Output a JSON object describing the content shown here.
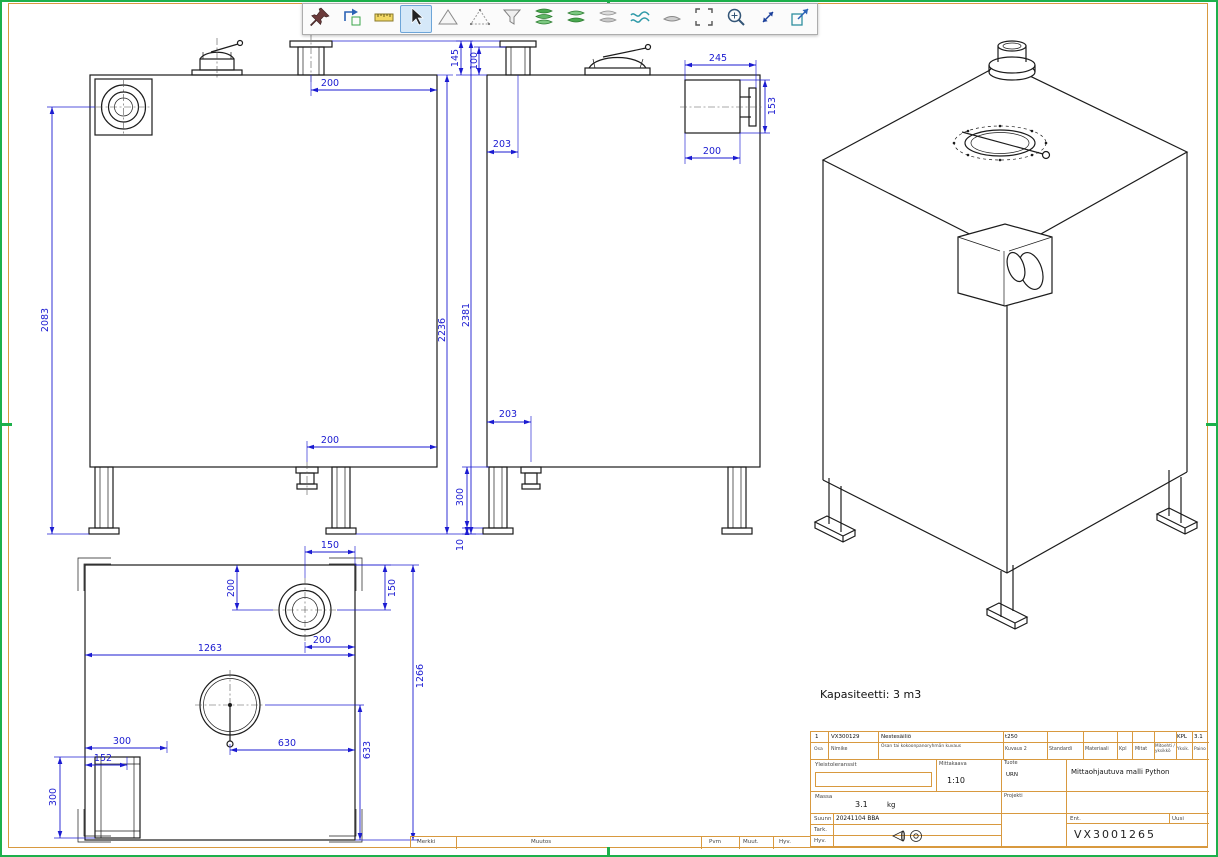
{
  "sheet": {
    "border_color": "#1db04b",
    "frame_color": "#d8993f",
    "dim_color": "#1b1bd1",
    "capacity_note": "Kapasiteetti: 3 m3"
  },
  "toolbar": {
    "selected_tool": "select",
    "tools": [
      "pin",
      "update-view",
      "measure",
      "select",
      "plane",
      "construction-plane",
      "filter",
      "shaded-surfaces",
      "shaded-surfaces-alt",
      "flat-surfaces",
      "section-curves",
      "slab",
      "box-select",
      "zoom",
      "orientation",
      "export-view"
    ]
  },
  "views": {
    "front": {
      "dims": {
        "port_height": "2083",
        "top_offset": "200",
        "body_height": "2236",
        "total_height": "2381",
        "drain_offset": "200"
      }
    },
    "side": {
      "dims": {
        "nozzle_total": "145",
        "nozzle_pipe": "100",
        "nozzle_from_edge": "203",
        "box_width": "245",
        "box_height": "153",
        "box_offset": "200",
        "drain_from_edge": "203",
        "leg_height": "300",
        "foot_plate": "10"
      }
    },
    "top": {
      "dims": {
        "port_from_right": "150",
        "port_from_top": "150",
        "port_offset_y": "200",
        "port_offset_x": "200",
        "width": "1263",
        "depth": "1266",
        "manhole_from_right": "630",
        "manhole_from_bottom": "633",
        "drain_width": "300",
        "drain_inner": "152",
        "drain_depth": "300"
      }
    }
  },
  "title_block": {
    "parts_row": {
      "osa": "1",
      "nimike": "VX300129",
      "kuvaus": "Nestesäiliö",
      "kuvaus2": "t250",
      "yksikko": "KPL",
      "paino": "3.1"
    },
    "headers": {
      "osa": "Osa",
      "nimike": "Nimike",
      "kuvaus": "Osan tai kokoonpanoryhmän kuvaus",
      "kuvaus2": "Kuvaus 2",
      "standardi": "Standardi",
      "materiaali": "Materiaali",
      "kpl": "Kpl",
      "mitat": "Mitat",
      "merkki_yksikko": "Mitoehti / yksikkö",
      "yksik": "Yksik.",
      "paino": "Paino"
    },
    "yleistoleranssit": "Yleistoleranssit",
    "mittakaava_label": "Mittakaava",
    "mittakaava": "1:10",
    "massa_label": "Massa",
    "massa": "3.1",
    "massa_unit": "kg",
    "suunn_label": "Suunn",
    "suunn": "20241104 BBA",
    "tark_label": "Tark.",
    "hyv_label": "Hyv.",
    "tuote_label": "Tuote",
    "urn": "URN",
    "projekti_label": "Projekti",
    "nimitys": "Mittaohjautuva malli Python",
    "ent_label": "Ent.",
    "uusi_label": "Uusi",
    "drawing_number": "VX3001265",
    "revision": {
      "merkki": "Merkki",
      "muutos": "Muutos",
      "pvm": "Pvm",
      "muut": "Muut.",
      "hyv": "Hyv."
    }
  }
}
